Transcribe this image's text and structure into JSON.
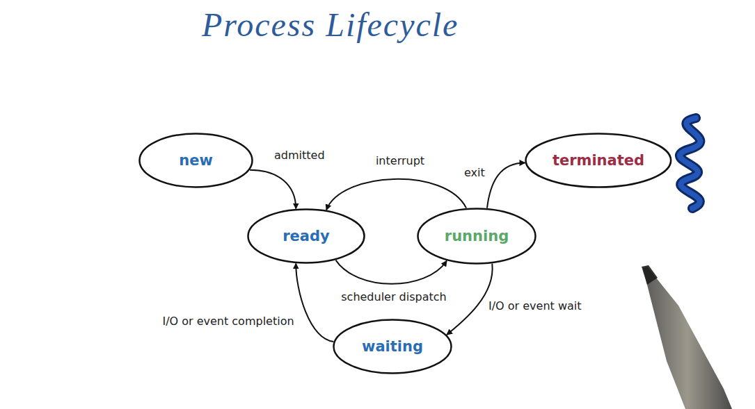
{
  "diagram": {
    "title": "Process Lifecycle",
    "nodes": [
      {
        "text": [
          "new"
        ]
      },
      {
        "text": [
          "ready"
        ]
      },
      {
        "text": [
          "running"
        ]
      },
      {
        "text": [
          "terminated"
        ]
      },
      {
        "text": [
          "waiting"
        ]
      }
    ],
    "edges": [
      {
        "from": 0,
        "to": 1,
        "label": "admitted",
        "arrow": "to"
      },
      {
        "from": 2,
        "to": 1,
        "label": "interrupt",
        "arrow": "to"
      },
      {
        "from": 1,
        "to": 2,
        "label": "scheduler dispatch",
        "arrow": "to"
      },
      {
        "from": 2,
        "to": 3,
        "label": "exit",
        "arrow": "to"
      },
      {
        "from": 2,
        "to": 4,
        "label": "I/O or event wait",
        "arrow": "to"
      },
      {
        "from": 4,
        "to": 1,
        "label": "I/O or event completion",
        "arrow": "to"
      }
    ]
  }
}
